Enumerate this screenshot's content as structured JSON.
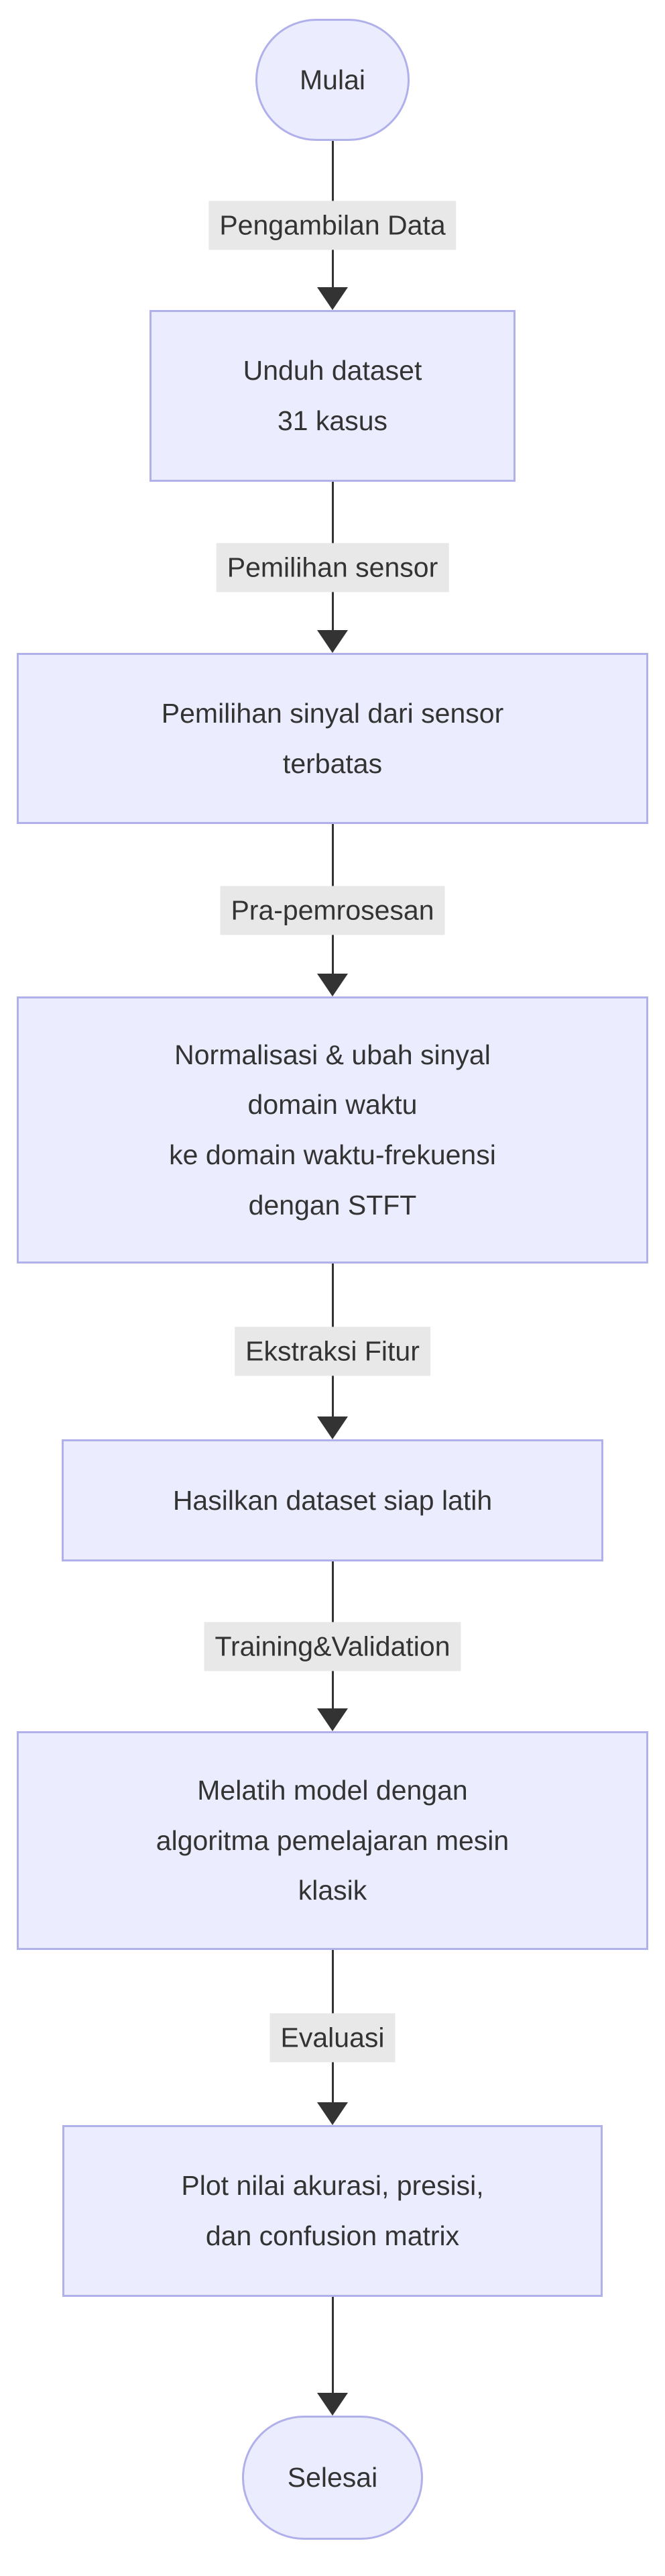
{
  "diagram": {
    "type": "flowchart-top-down",
    "start_node": "Mulai",
    "end_node": "Selesai",
    "steps": [
      {
        "edge_label": "Pengambilan Data",
        "node_label": "Unduh dataset\n31 kasus"
      },
      {
        "edge_label": "Pemilihan sensor",
        "node_label": "Pemilihan sinyal dari sensor\nterbatas"
      },
      {
        "edge_label": "Pra-pemrosesan",
        "node_label": "Normalisasi & ubah sinyal\ndomain waktu\nke domain waktu-frekuensi\ndengan STFT"
      },
      {
        "edge_label": "Ekstraksi Fitur",
        "node_label": "Hasilkan dataset siap latih"
      },
      {
        "edge_label": "Training&Validation",
        "node_label": "Melatih model dengan\nalgoritma pemelajaran mesin\nklasik"
      },
      {
        "edge_label": "Evaluasi",
        "node_label": "Plot nilai akurasi, presisi,\ndan confusion matrix"
      }
    ],
    "colors": {
      "node_fill": "#ECECFF",
      "node_border": "#b0b0ea",
      "edge_label_bg": "#e8e8e8",
      "line": "#333333",
      "text": "#333333"
    }
  }
}
